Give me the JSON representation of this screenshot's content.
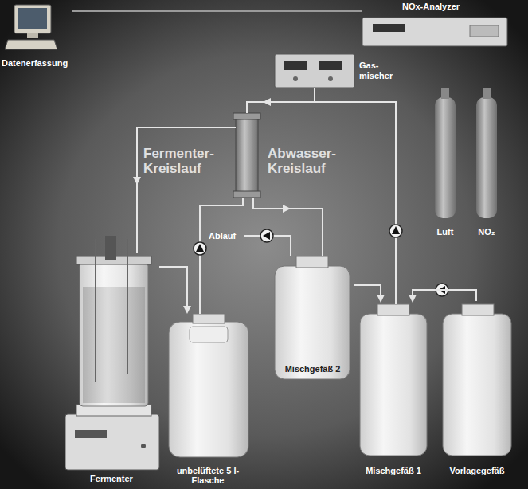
{
  "diagram": {
    "nodes": [
      {
        "text": [
          "Datenerfassung"
        ]
      },
      {
        "text": [
          "NOx-Analyzer"
        ]
      },
      {
        "text": [
          "Gas- mischer"
        ]
      },
      {
        "text": [
          "Luft"
        ]
      },
      {
        "text": [
          "NO₂"
        ]
      },
      {
        "text": [
          "Fermenter"
        ]
      },
      {
        "text": [
          "unbelüftete 5 l-Flasche"
        ]
      },
      {
        "text": [
          "Mischgefäß 2"
        ]
      },
      {
        "text": [
          "Mischgefäß 1"
        ]
      },
      {
        "text": [
          "Vorlagegefäß"
        ]
      }
    ],
    "edges": [
      {
        "from": 0,
        "to": 1,
        "arrow": "none"
      },
      {
        "from": 5,
        "to": 6,
        "arrow": "to"
      },
      {
        "from": 7,
        "to": 8,
        "arrow": "to"
      },
      {
        "from": 9,
        "to": 8,
        "arrow": "to"
      }
    ],
    "labels": [
      "Fermenter- Kreislauf",
      "Abwasser- Kreislauf",
      "Ablauf"
    ]
  }
}
